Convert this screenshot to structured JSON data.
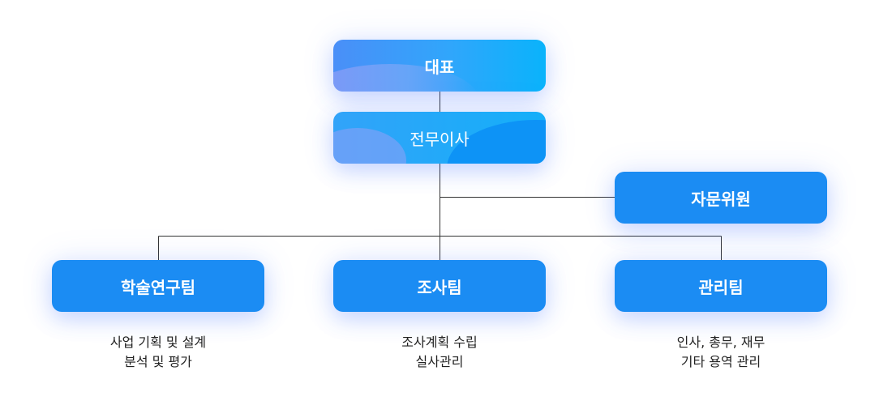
{
  "org": {
    "ceo": "대표",
    "director": "전무이사",
    "advisory": "자문위원",
    "teams": [
      {
        "name": "학술연구팀",
        "duties": [
          "사업 기획 및 설계",
          "분석 및 평가"
        ]
      },
      {
        "name": "조사팀",
        "duties": [
          "조사계획 수립",
          "실사관리"
        ]
      },
      {
        "name": "관리팀",
        "duties": [
          "인사, 총무, 재무",
          "기타 용역 관리"
        ]
      }
    ]
  },
  "colors": {
    "node_blue": "#1b8cf3",
    "line": "#333333",
    "text": "#222222"
  }
}
